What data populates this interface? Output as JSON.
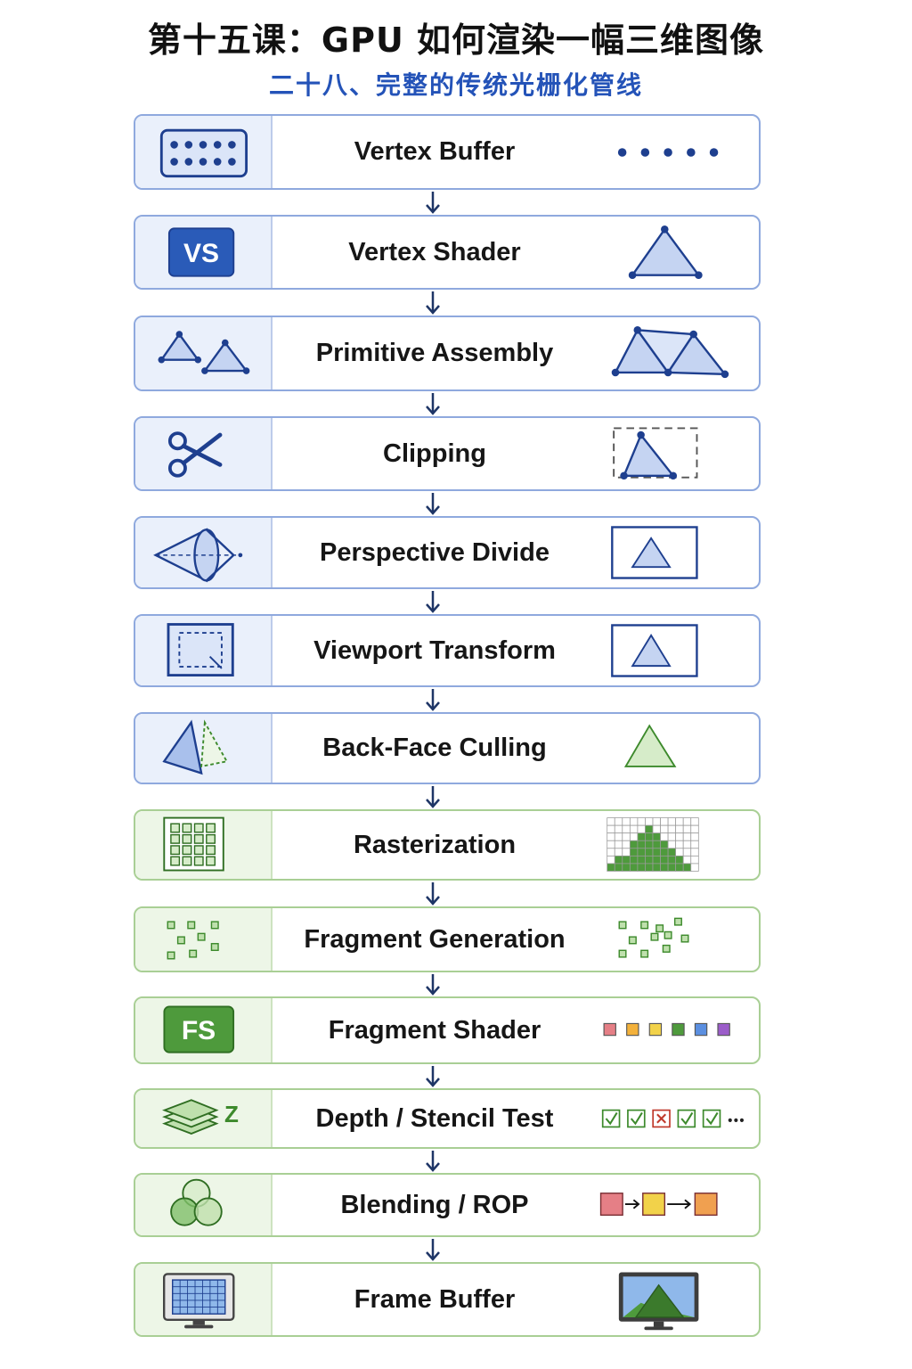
{
  "header": {
    "title": "第十五课：GPU 如何渲染一幅三维图像",
    "subtitle": "二十八、完整的传统光栅化管线"
  },
  "pipeline": {
    "stages": [
      {
        "label": "Vertex Buffer",
        "icon": "vertex-grid-icon"
      },
      {
        "label": "Vertex Shader",
        "icon": "vs-badge-icon",
        "badge": "VS"
      },
      {
        "label": "Primitive Assembly",
        "icon": "triangles-icon"
      },
      {
        "label": "Clipping",
        "icon": "scissors-icon"
      },
      {
        "label": "Perspective Divide",
        "icon": "frustum-icon"
      },
      {
        "label": "Viewport Transform",
        "icon": "viewport-icon"
      },
      {
        "label": "Back-Face Culling",
        "icon": "culled-triangle-icon"
      },
      {
        "label": "Rasterization",
        "icon": "pixel-grid-icon"
      },
      {
        "label": "Fragment Generation",
        "icon": "fragments-icon"
      },
      {
        "label": "Fragment Shader",
        "icon": "fs-badge-icon",
        "badge": "FS"
      },
      {
        "label": "Depth / Stencil Test",
        "icon": "depth-layers-icon",
        "badge": "Z"
      },
      {
        "label": "Blending / ROP",
        "icon": "blend-circles-icon"
      },
      {
        "label": "Frame Buffer",
        "icon": "monitor-icon"
      }
    ]
  },
  "colors": {
    "geometry_border": "#8fa9de",
    "raster_border": "#a9cf95",
    "blue_accent": "#2453b8",
    "green_accent": "#4e9a3c",
    "fragment_swatches": [
      "#e57f86",
      "#f3b13b",
      "#f2d24a",
      "#4e9a3c",
      "#5b8fe0",
      "#9b5cc9"
    ],
    "blend_swatches": [
      "#e57f86",
      "#f2d24a",
      "#f0a050"
    ]
  },
  "depth_test_results": [
    "pass",
    "pass",
    "fail",
    "pass",
    "pass",
    "more"
  ]
}
